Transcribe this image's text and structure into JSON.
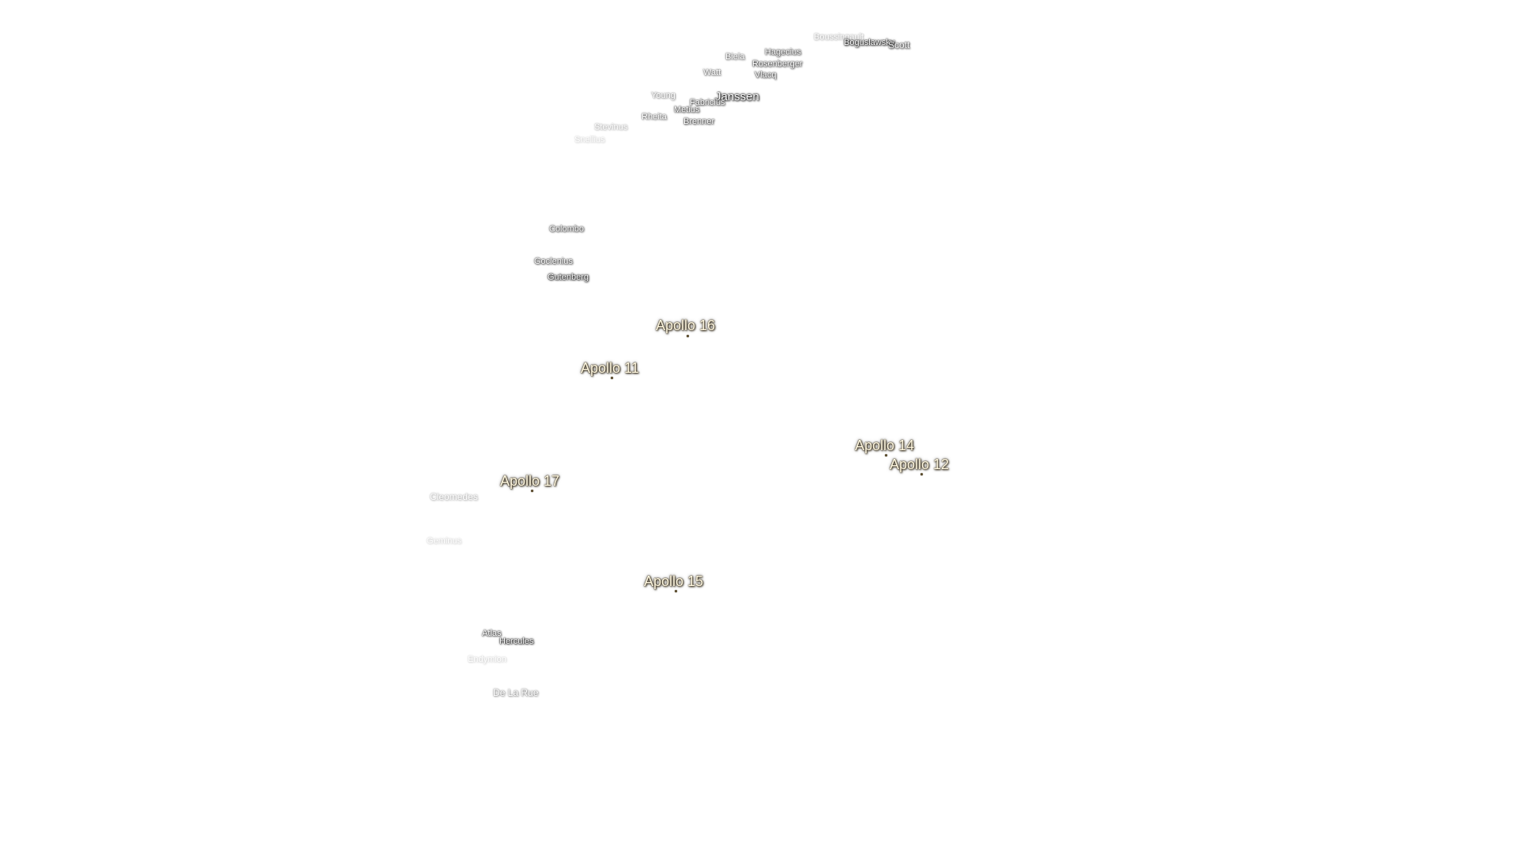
{
  "crater_labels": {
    "boussingault": "Boussingault",
    "boguslawsky": "Boguslawsky",
    "scott": "Scott",
    "hagecius": "Hagecius",
    "biela": "Biela",
    "rosenberger": "Rosenberger",
    "vlacq": "Vlacq",
    "watt": "Watt",
    "young": "Young",
    "janssen": "Janssen",
    "fabricius": "Fabricius",
    "metius": "Metius",
    "rheita": "Rheita",
    "brenner": "Brenner",
    "stevinus": "Stevinus",
    "snellius": "Snellius",
    "colombo": "Colombo",
    "goclenius": "Goclenius",
    "gutenberg": "Gutenberg",
    "cleomedes": "Cleomedes",
    "geminus": "Geminus",
    "atlas": "Atlas",
    "hercules": "Hercules",
    "endymion": "Endymion",
    "de_la_rue": "De La Rue"
  },
  "landing_sites": {
    "apollo_16": "Apollo 16",
    "apollo_11": "Apollo 11",
    "apollo_14": "Apollo 14",
    "apollo_12": "Apollo 12",
    "apollo_17": "Apollo 17",
    "apollo_15": "Apollo 15"
  },
  "colors": {
    "background": "#ffffff",
    "crater_text": "#ffffff",
    "crater_halo": "#1e1e1e",
    "site_text": "#fff8e1",
    "site_halo": "#3a2f1a",
    "site_marker": "#5a4a2a"
  }
}
